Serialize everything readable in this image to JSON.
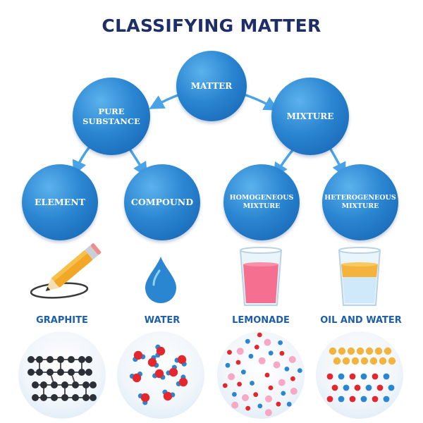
{
  "title": "CLASSIFYING MATTER",
  "nodes": {
    "matter": "MATTER",
    "pure_substance_line1": "PURE",
    "pure_substance_line2": "SUBSTANCE",
    "mixture": "MIXTURE",
    "element": "ELEMENT",
    "compound": "COMPOUND",
    "homogeneous_line1": "HOMOGENEOUS",
    "homogeneous_line2": "MIXTURE",
    "heterogeneous_line1": "HETEROGENEOUS",
    "heterogeneous_line2": "MIXTURE"
  },
  "examples": [
    "GRAPHITE",
    "WATER",
    "LEMONADE",
    "OIL AND WATER"
  ],
  "colors": {
    "title": "#1d2f66",
    "node_blue": "#2b86d2",
    "arrow": "#4aa3e6",
    "label": "#1d5fa8"
  },
  "icons": [
    "pencil-icon",
    "water-drop-icon",
    "lemonade-glass-icon",
    "oil-water-glass-icon"
  ]
}
